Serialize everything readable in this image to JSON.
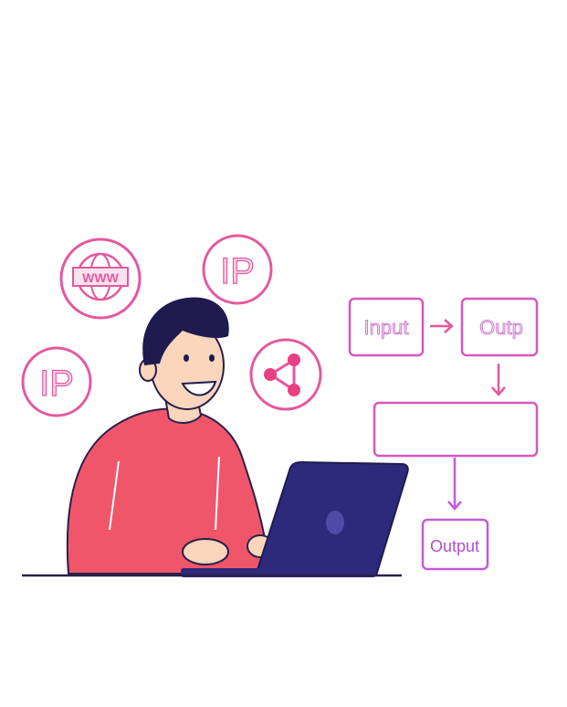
{
  "icons": {
    "www": "WWW",
    "ip_top": "IP",
    "ip_left": "IP",
    "share": "share-icon"
  },
  "flow": {
    "box1": "Input",
    "box2": "Outp",
    "box3": "",
    "box4": "Output"
  },
  "colors": {
    "pink": "#e4589e",
    "violet": "#c35bd8",
    "shirt": "#f0566a",
    "hair": "#1f1b4f",
    "laptop": "#2d2a7c",
    "skin": "#fcd5bd"
  }
}
